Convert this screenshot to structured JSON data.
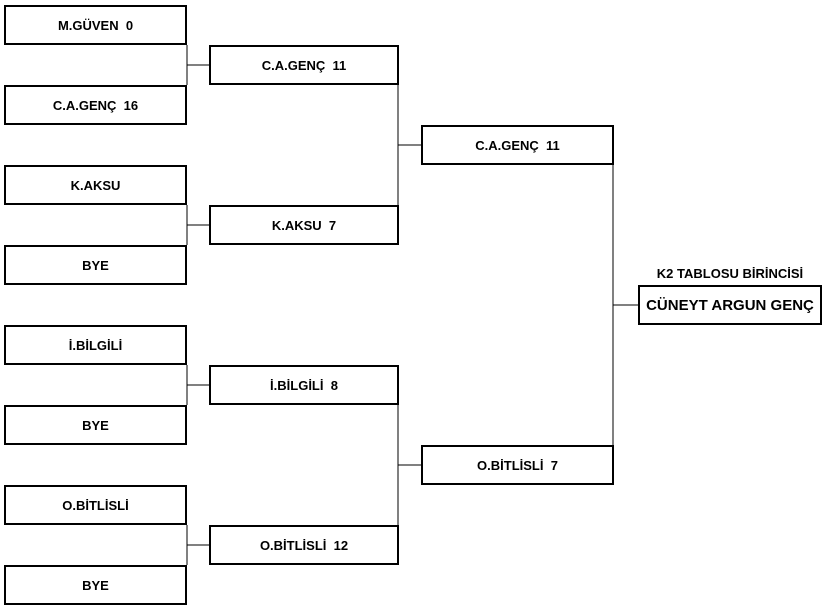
{
  "bracket": {
    "round1": [
      "M.GÜVEN  0",
      "C.A.GENÇ  16",
      "K.AKSU",
      "BYE",
      "İ.BİLGİLİ",
      "BYE",
      "O.BİTLİSLİ",
      "BYE"
    ],
    "round2": [
      "C.A.GENÇ  11",
      "K.AKSU  7",
      "İ.BİLGİLİ  8",
      "O.BİTLİSLİ  12"
    ],
    "round3": [
      "C.A.GENÇ  11",
      "O.BİTLİSLİ  7"
    ],
    "champion_title": "K2 TABLOSU BİRİNCİSİ",
    "champion_name": "CÜNEYT ARGUN GENÇ"
  },
  "colors": {
    "line": "#000000",
    "box_border": "#000000",
    "background": "#ffffff"
  }
}
